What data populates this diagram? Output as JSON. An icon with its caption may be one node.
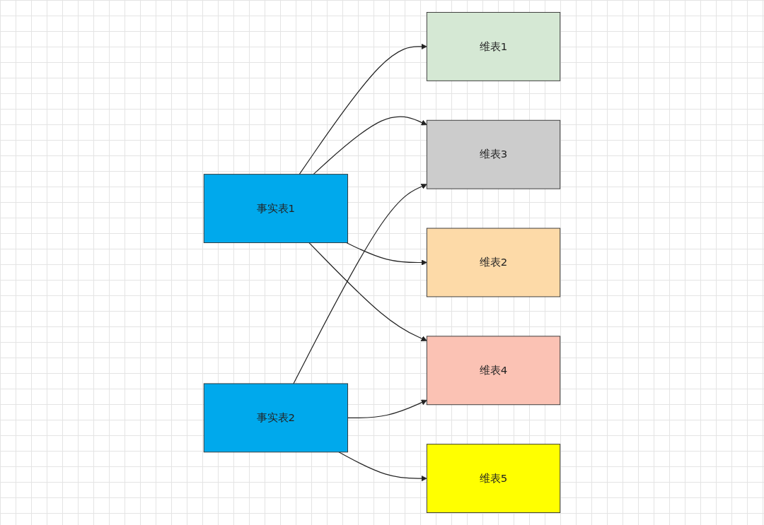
{
  "diagram": {
    "nodes": [
      {
        "text": [
          "维表1"
        ]
      },
      {
        "text": [
          "维表3"
        ]
      },
      {
        "text": [
          "事实表1"
        ]
      },
      {
        "text": [
          "事实表2"
        ]
      },
      {
        "text": [
          "维表2"
        ]
      },
      {
        "text": [
          "维表4"
        ]
      },
      {
        "text": [
          "维表5"
        ]
      }
    ],
    "edges": [
      {
        "from": 2,
        "to": 0,
        "arrow": "to"
      },
      {
        "from": 2,
        "to": 1,
        "arrow": "to"
      },
      {
        "from": 2,
        "to": 4,
        "arrow": "to"
      },
      {
        "from": 2,
        "to": 5,
        "arrow": "to"
      },
      {
        "from": 3,
        "to": 1,
        "arrow": "to"
      },
      {
        "from": 3,
        "to": 5,
        "arrow": "to"
      },
      {
        "from": 3,
        "to": 6,
        "arrow": "to"
      }
    ]
  }
}
